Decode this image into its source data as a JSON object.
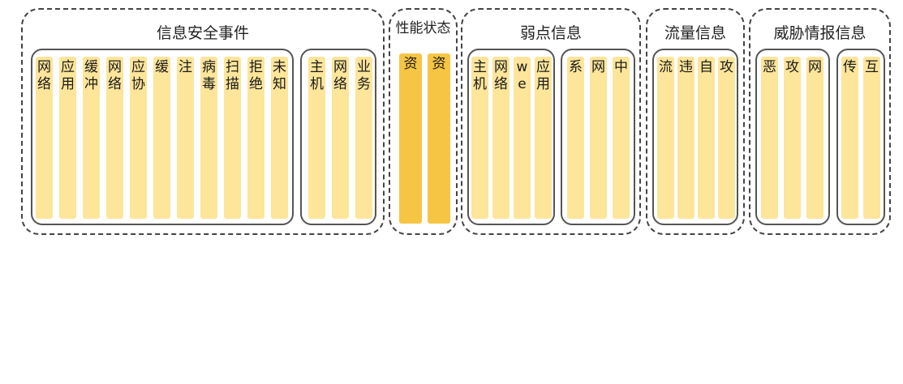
{
  "diagram": {
    "colors": {
      "leaf_fill": "#fde59a",
      "leaf_fill_alt": "#f6c543",
      "dashed_border": "#444444",
      "solid_border": "#555555"
    },
    "groups": [
      {
        "title": "信息安全事件",
        "subgroups": [
          {
            "leaves": [
              {
                "chars": [
                  "网",
                  "络"
                ]
              },
              {
                "chars": [
                  "应",
                  "用"
                ]
              },
              {
                "chars": [
                  "缓",
                  "冲"
                ]
              },
              {
                "chars": [
                  "网",
                  "络"
                ]
              },
              {
                "chars": [
                  "应",
                  "协"
                ]
              },
              {
                "chars": [
                  "缓",
                  ""
                ]
              },
              {
                "chars": [
                  "注",
                  ""
                ]
              },
              {
                "chars": [
                  "病",
                  "毒"
                ]
              },
              {
                "chars": [
                  "扫",
                  "描"
                ]
              },
              {
                "chars": [
                  "拒",
                  "绝"
                ]
              },
              {
                "chars": [
                  "未",
                  "知"
                ]
              }
            ]
          },
          {
            "leaves": [
              {
                "chars": [
                  "主",
                  "机"
                ]
              },
              {
                "chars": [
                  "网",
                  "络"
                ]
              },
              {
                "chars": [
                  "业",
                  "务"
                ]
              }
            ]
          }
        ]
      },
      {
        "title": "性能状态",
        "subgroups": [
          {
            "leaves": [
              {
                "chars": [
                  "",
                  "资"
                ]
              },
              {
                "chars": [
                  "",
                  "资"
                ]
              }
            ]
          }
        ]
      },
      {
        "title": "弱点信息",
        "subgroups": [
          {
            "leaves": [
              {
                "chars": [
                  "主",
                  "机"
                ]
              },
              {
                "chars": [
                  "网",
                  "络"
                ]
              },
              {
                "chars": [
                  "w",
                  "e"
                ]
              },
              {
                "chars": [
                  "应",
                  "用"
                ]
              }
            ]
          },
          {
            "leaves": [
              {
                "chars": [
                  "系",
                  ""
                ]
              },
              {
                "chars": [
                  "网",
                  ""
                ]
              },
              {
                "chars": [
                  "中",
                  ""
                ]
              }
            ]
          }
        ]
      },
      {
        "title": "流量信息",
        "subgroups": [
          {
            "leaves": [
              {
                "chars": [
                  "流",
                  ""
                ]
              },
              {
                "chars": [
                  "违",
                  ""
                ]
              },
              {
                "chars": [
                  "自",
                  ""
                ]
              },
              {
                "chars": [
                  "攻",
                  ""
                ]
              }
            ]
          }
        ]
      },
      {
        "title": "威胁情报信息",
        "subgroups": [
          {
            "leaves": [
              {
                "chars": [
                  "恶",
                  ""
                ]
              },
              {
                "chars": [
                  "攻",
                  ""
                ]
              },
              {
                "chars": [
                  "网",
                  ""
                ]
              }
            ]
          },
          {
            "leaves": [
              {
                "chars": [
                  "传",
                  ""
                ]
              },
              {
                "chars": [
                  "互",
                  ""
                ]
              }
            ]
          }
        ]
      }
    ]
  }
}
